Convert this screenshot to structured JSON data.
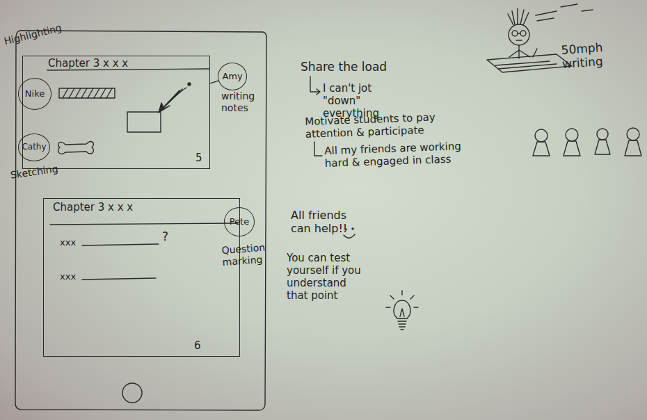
{
  "diagram": {
    "nodes": [
      {
        "text": [
          "Chapter 3 x x x",
          "5"
        ]
      },
      {
        "text": [
          "Nike"
        ]
      },
      {
        "text": [
          "Amy"
        ]
      },
      {
        "text": [
          "Cathy"
        ]
      },
      {
        "text": [
          "Chapter 3 x x x",
          "6"
        ]
      },
      {
        "text": [
          "Pete"
        ]
      }
    ],
    "edges": [
      {
        "from": 2,
        "to": 0,
        "arrow": "none"
      }
    ],
    "labels": [
      "Highlighting",
      "writing notes",
      "Sketching",
      "Question marking",
      "xxx",
      "?",
      "xxx",
      "50mph writing",
      "Share the load",
      "I can't jot \"down\" everything",
      "Motivate students to pay attention & participate",
      "All my friends are working hard & engaged in class",
      "All friends can help!!",
      "You can test yourself if you understand that point"
    ]
  }
}
